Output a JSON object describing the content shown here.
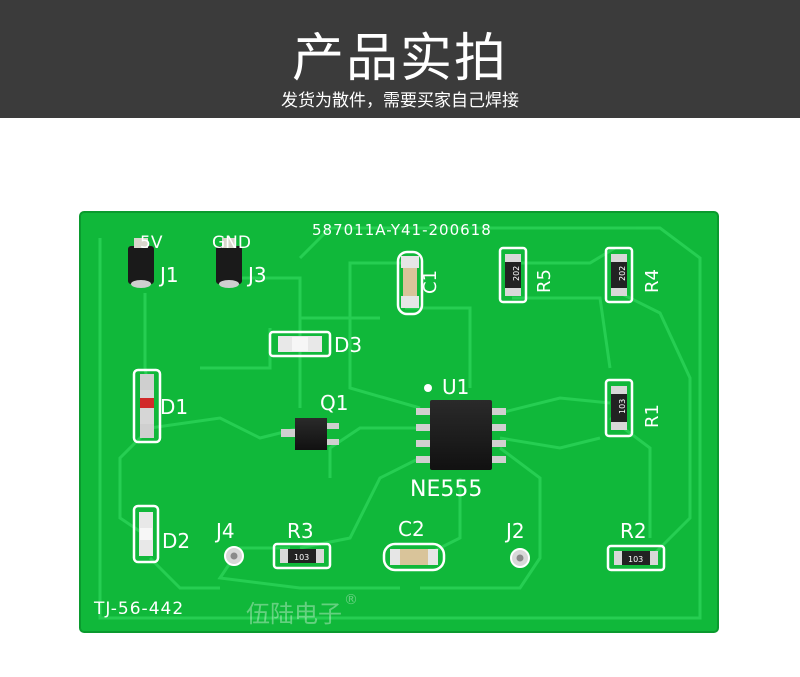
{
  "banner": {
    "title": "产品实拍",
    "subtitle": "发货为散件，需要买家自己焊接"
  },
  "board": {
    "serial": "587011A-Y41-200618",
    "model_code": "TJ-56-442",
    "watermark": "伍陆电子",
    "watermark_mark": "®",
    "labels": {
      "power": "5V",
      "gnd": "GND",
      "j1": "J1",
      "j2": "J2",
      "j3": "J3",
      "j4": "J4",
      "d1": "D1",
      "d2": "D2",
      "d3": "D3",
      "q1": "Q1",
      "u1": "U1",
      "c1": "C1",
      "c2": "C2",
      "r1": "R1",
      "r2": "R2",
      "r3": "R3",
      "r4": "R4",
      "r5": "R5",
      "ic_name": "NE555"
    },
    "component_codes": {
      "r1": "103",
      "r2": "103",
      "r3": "103",
      "r4": "202",
      "r5": "202"
    },
    "colors": {
      "pcb": "#10b83a",
      "pcb_trace": "#1fcf4c",
      "silkscreen": "#ffffff",
      "banner": "#3b3b3b"
    }
  }
}
